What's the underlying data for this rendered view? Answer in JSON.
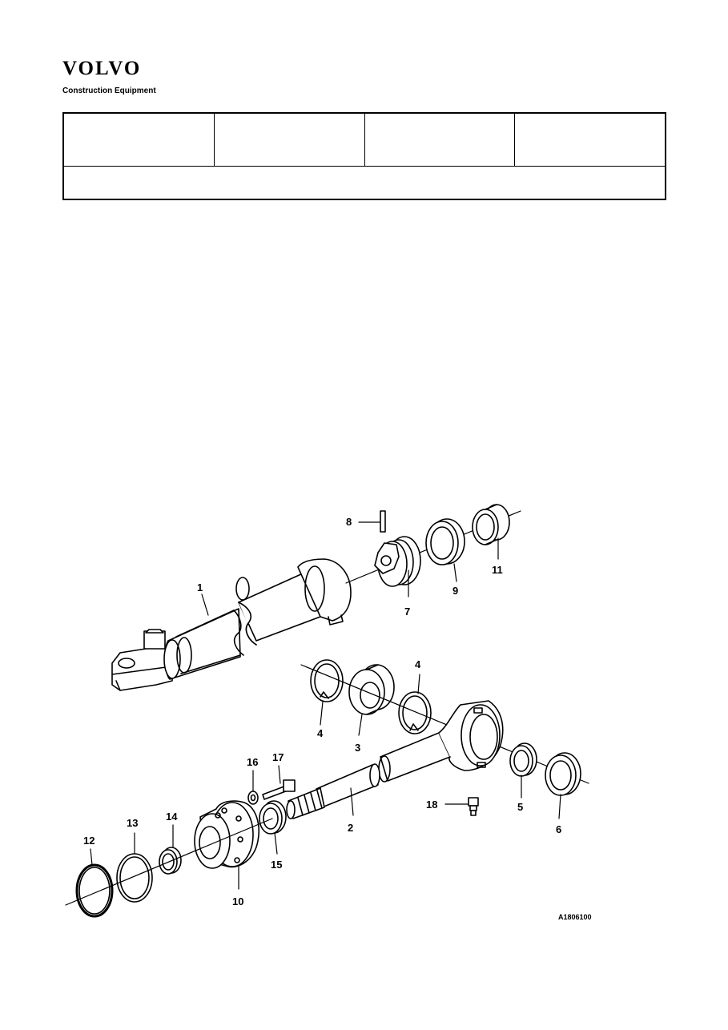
{
  "header": {
    "logo_text": "VOLVO",
    "subtitle": "Construction Equipment"
  },
  "info_table": {
    "top_cells": [
      "",
      "",
      "",
      ""
    ],
    "bottom_cell": ""
  },
  "diagram": {
    "callouts": [
      "1",
      "2",
      "3",
      "4",
      "4",
      "5",
      "6",
      "7",
      "8",
      "9",
      "10",
      "11",
      "12",
      "13",
      "14",
      "15",
      "16",
      "17",
      "18"
    ],
    "figure_id": "A1806100"
  }
}
